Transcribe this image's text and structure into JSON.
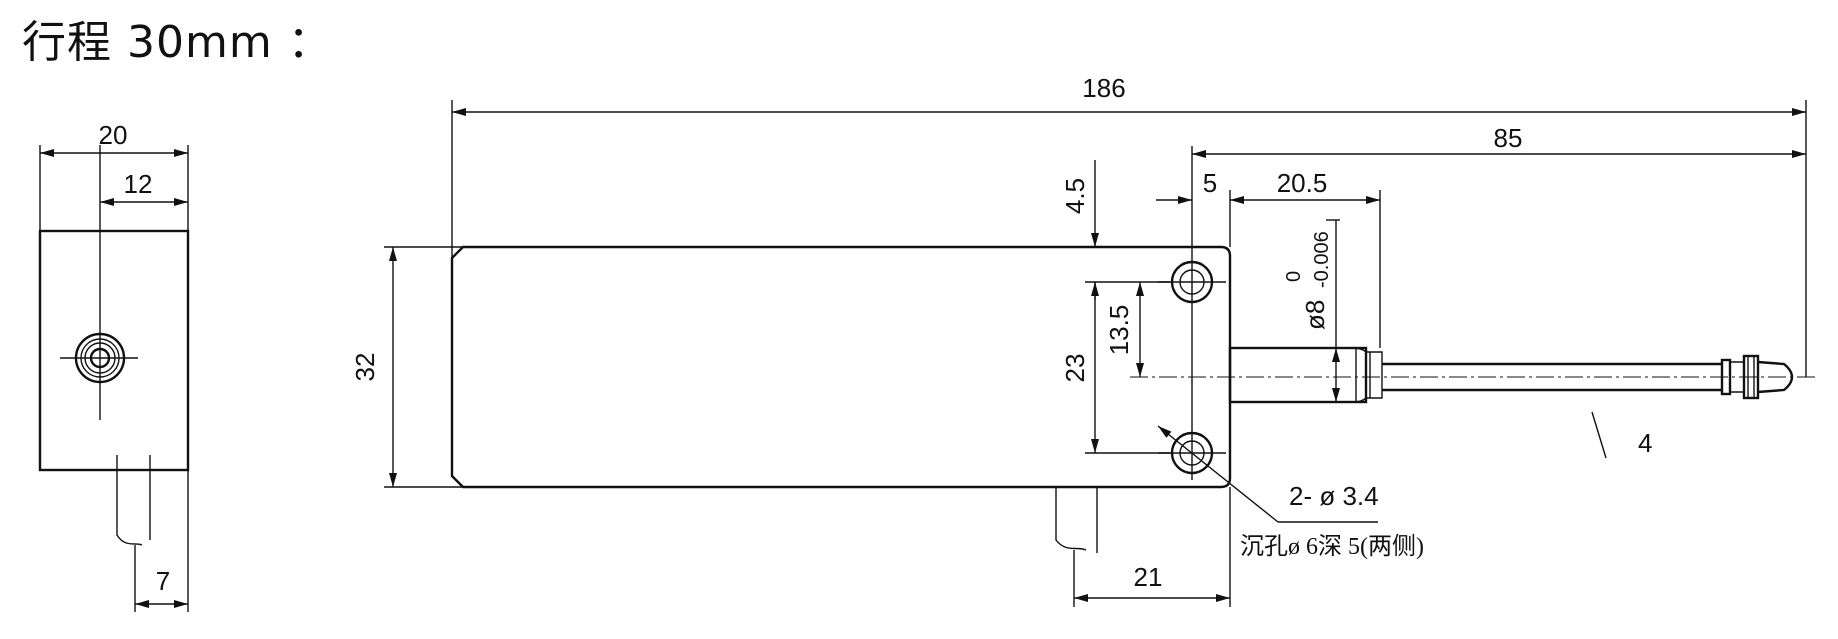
{
  "title": "行程 30mm ：",
  "dimensions": {
    "overall_length": "186",
    "rod_length": "85",
    "flange_5": "5",
    "collar_20_5": "20.5",
    "top_4_5": "4.5",
    "height_32": "32",
    "hole_spacing_23": "23",
    "hole_offset_13_5": "13.5",
    "cable_21": "21",
    "width_20": "20",
    "offset_12": "12",
    "cable_7": "7",
    "tip_4": "4"
  },
  "tolerance": {
    "upper": "0",
    "lower": "-0.006",
    "diameter": "ø8"
  },
  "notes": {
    "holes": "2- ø 3.4",
    "counterbore": "沉孔ø 6深 5(两侧)"
  }
}
